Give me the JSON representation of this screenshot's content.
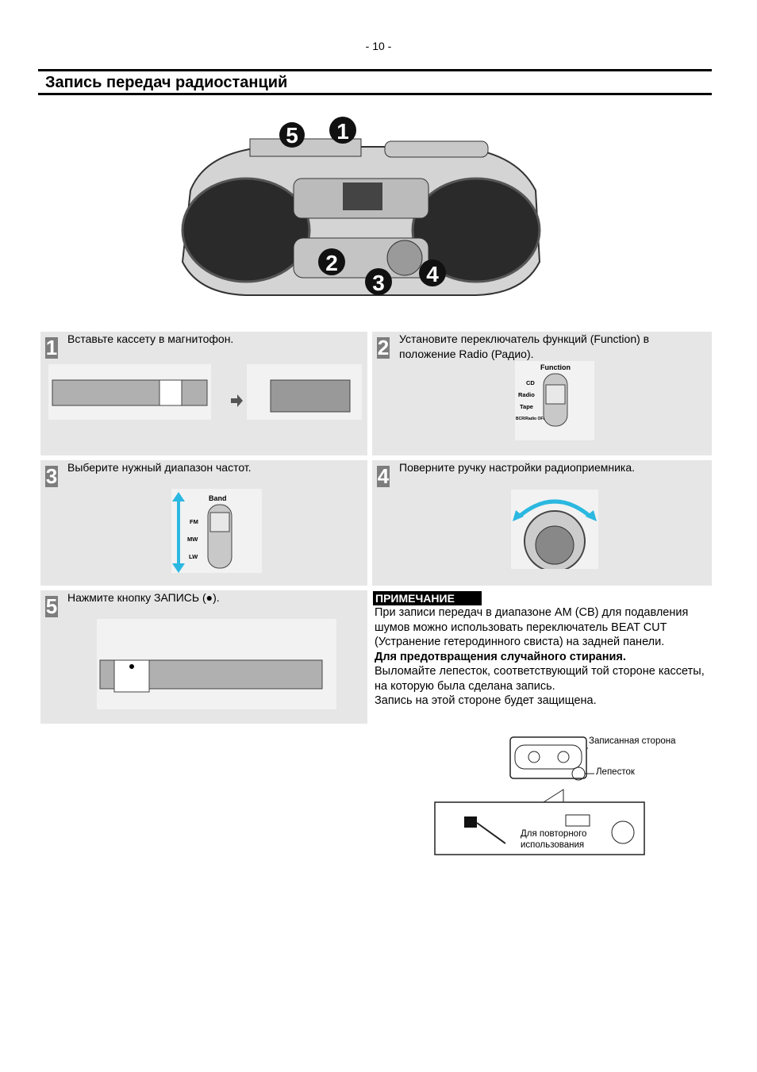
{
  "page_number": "- 10 -",
  "title": "Запись передач радиостанций",
  "callouts": [
    "5",
    "1",
    "2",
    "3",
    "4"
  ],
  "steps": [
    {
      "num": "1",
      "text": "Вставьте кассету в магнитофон."
    },
    {
      "num": "2",
      "text": "Установите переключатель функций (Function) в положение Radio (Радио)."
    },
    {
      "num": "3",
      "text": "Выберите нужный диапазон частот."
    },
    {
      "num": "4",
      "text": "Поверните ручку настройки радиоприемника."
    },
    {
      "num": "5",
      "text": "Нажмите кнопку ЗАПИСЬ (●)."
    }
  ],
  "function_switch": {
    "label": "Function",
    "options": [
      "CD",
      "Radio",
      "Tape",
      "BCR/Radio OFF"
    ]
  },
  "band_switch": {
    "label": "Band",
    "options": [
      "FM",
      "MW",
      "LW"
    ]
  },
  "note": {
    "heading": "ПРИМЕЧАНИЕ",
    "para1": "При записи передач в диапазоне AM (CB) для подавления шумов можно использовать переключатель BEAT CUT (Устранение гетеродинного свиста) на задней панели.",
    "bold": "Для предотвращения случайного стирания.",
    "para2": "Выломайте лепесток, соответствующий той стороне кассеты, на которую была сделана запись.",
    "para3": "Запись на этой стороне будет защищена."
  },
  "cassette_labels": {
    "recorded_side": "Записанная сторона",
    "tab": "Лепесток",
    "reuse": "Для повторного использования"
  },
  "colors": {
    "panel": "#e6e6e6",
    "badge": "#7d7d7d",
    "arrow": "#2bb8e0"
  }
}
